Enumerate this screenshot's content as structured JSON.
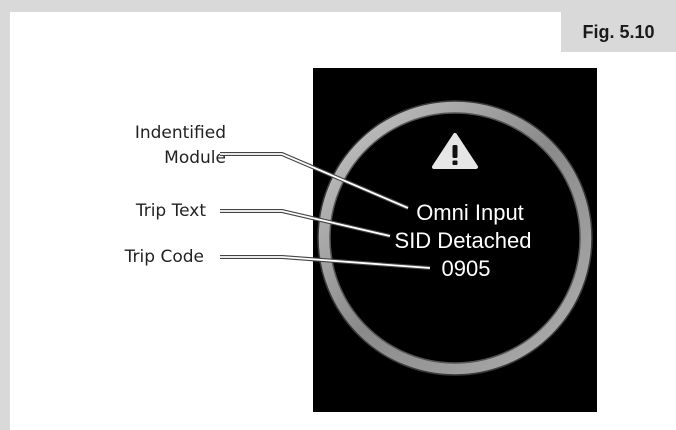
{
  "figure": {
    "label": "Fig. 5.10"
  },
  "callouts": {
    "module_label_line1": "Indentified",
    "module_label_line2": "Module",
    "trip_text_label": "Trip Text",
    "trip_code_label": "Trip Code"
  },
  "display": {
    "module_name": "Omni Input",
    "trip_text": "SID Detached",
    "trip_code": "0905",
    "warning_icon": "warning-triangle-icon"
  },
  "colors": {
    "screen_background": "#000000",
    "ring": "#9a9a9a",
    "frame": "#d9d9d9",
    "display_text": "#ffffff"
  }
}
